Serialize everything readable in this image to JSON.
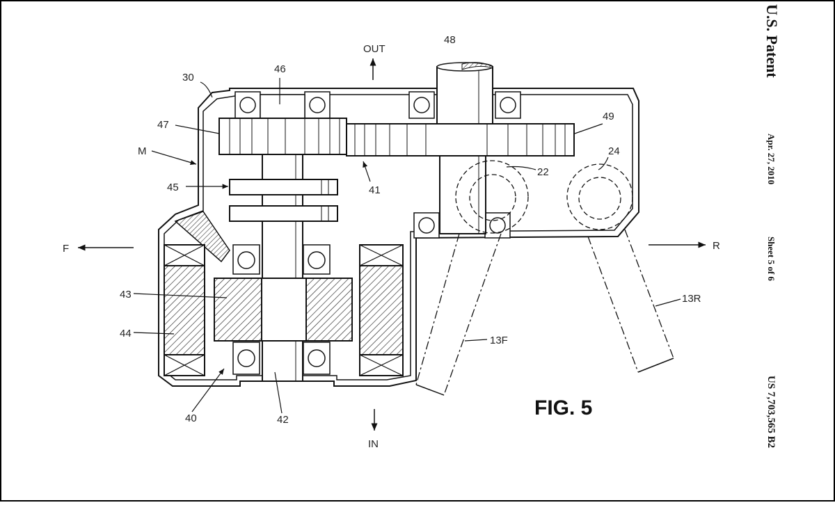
{
  "header": {
    "patent_office": "U.S. Patent",
    "date": "Apr. 27, 2010",
    "sheet": "Sheet 5 of 6",
    "patent_number": "US 7,703,565 B2"
  },
  "figure": {
    "title": "FIG. 5",
    "labels": {
      "out": "OUT",
      "in": "IN",
      "front": "F",
      "rear": "R",
      "motor_unit": "M",
      "housing": "30",
      "motor": "40",
      "motor_shaft": "42",
      "rotor": "43",
      "stator": "44",
      "clutch": "45",
      "intermediate_shaft": "46",
      "small_gear": "47",
      "output_shaft": "48",
      "large_gear": "49",
      "gear_train": "41",
      "front_pivot": "22",
      "rear_pivot": "24",
      "front_arm": "13F",
      "rear_arm": "13R"
    }
  },
  "colors": {
    "line": "#111111",
    "hatch": "#333333",
    "background": "#ffffff"
  }
}
